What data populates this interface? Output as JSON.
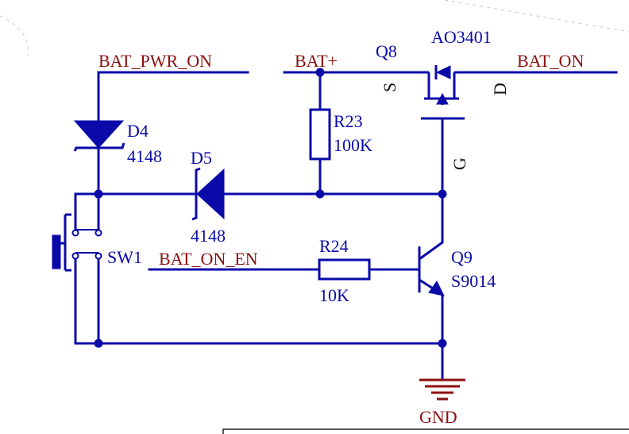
{
  "net_labels": {
    "bat_pwr_on": "BAT_PWR_ON",
    "bat_plus": "BAT+",
    "bat_on": "BAT_ON",
    "bat_on_en": "BAT_ON_EN",
    "gnd": "GND"
  },
  "q8": {
    "designator": "Q8",
    "part": "AO3401",
    "pin_s": "S",
    "pin_d": "D",
    "pin_g": "G"
  },
  "r23": {
    "designator": "R23",
    "value": "100K"
  },
  "r24": {
    "designator": "R24",
    "value": "10K"
  },
  "d4": {
    "designator": "D4",
    "value": "4148"
  },
  "d5": {
    "designator": "D5",
    "value": "4148"
  },
  "sw1": {
    "designator": "SW1"
  },
  "q9": {
    "designator": "Q9",
    "part": "S9014"
  },
  "colors": {
    "wire": "#0a0aa8",
    "net_label": "#8b0f0f",
    "background": "#ffffff"
  }
}
